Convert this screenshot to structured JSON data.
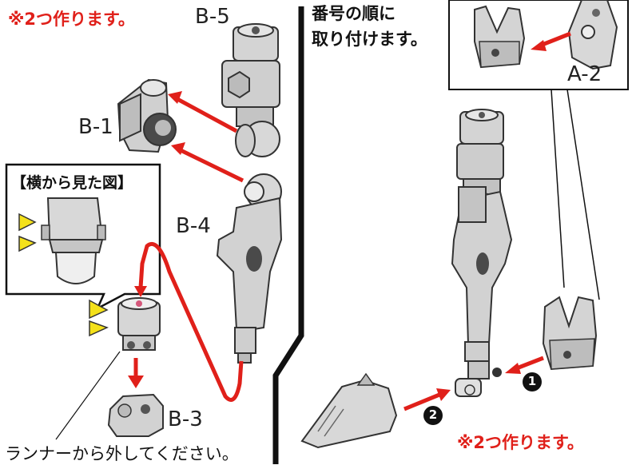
{
  "notes": {
    "top_left": "※2つ作ります。",
    "bottom_right": "※2つ作ります。",
    "top_right_line1": "番号の順に",
    "top_right_line2": "取り付けます。",
    "side_view": "【横から見た図】",
    "runner": "ランナーから外してください。"
  },
  "parts": {
    "b5": "B-5",
    "b1": "B-1",
    "b4": "B-4",
    "b3": "B-3",
    "a2": "A-2"
  },
  "steps": {
    "step1": "1",
    "step2": "2"
  },
  "colors": {
    "arrow": "#e0201a",
    "part_fill": "#d4d4d4",
    "part_dark": "#4a4a4a",
    "highlight": "#f4e11a"
  }
}
